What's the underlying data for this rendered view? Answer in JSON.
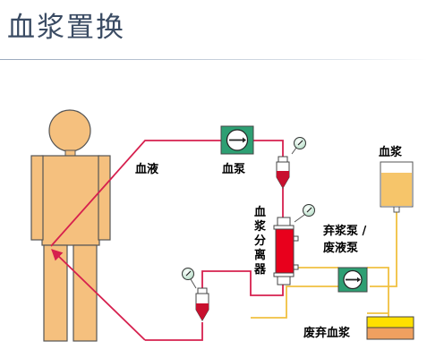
{
  "page": {
    "title": "血浆置换"
  },
  "diagram": {
    "labels": {
      "blood": "血液",
      "blood_pump": "血泵",
      "plasma_separator_line1": "血",
      "plasma_separator_line2": "浆",
      "plasma_separator_line3": "分",
      "plasma_separator_line4": "离",
      "plasma_separator_line5": "器",
      "discard_pump_line1": "弃浆泵 /",
      "discard_pump_line2": "废液泵",
      "plasma_bag": "血浆",
      "waste_plasma": "废弃血浆"
    },
    "colors": {
      "body_fill": "#f5c07e",
      "body_stroke": "#555555",
      "blood_line": "#d6204e",
      "plasma_line": "#f0c040",
      "pump_fill": "#2e9f73",
      "separator_fill": "#e8001c",
      "plasma_bag_fill": "#f6c56a",
      "waste_top": "#ffe000",
      "waste_bottom": "#f0a060"
    }
  }
}
